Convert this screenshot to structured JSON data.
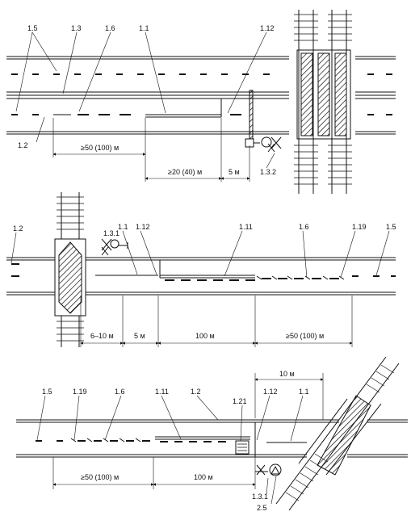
{
  "diagram": {
    "top": {
      "labels": {
        "l15": "1.5",
        "l13": "1.3",
        "l16": "1.6",
        "l11": "1.1",
        "l112": "1.12",
        "l12": "1.2",
        "l132": "1.3.2"
      },
      "dims": {
        "d1": "≥50 (100) м",
        "d2": "≥20 (40) м",
        "d3": "5 м"
      }
    },
    "middle": {
      "labels": {
        "l131": "1.3.1",
        "l11": "1.1",
        "l112": "1.12",
        "l12": "1.2",
        "l111": "1.11",
        "l16": "1.6",
        "l119": "1.19",
        "l15": "1.5"
      },
      "dims": {
        "d1": "6–10 м",
        "d2": "5 м",
        "d3": "100 м",
        "d4": "≥50 (100) м"
      }
    },
    "bottom": {
      "labels": {
        "l15": "1.5",
        "l119": "1.19",
        "l16": "1.6",
        "l111": "1.11",
        "l12": "1.2",
        "l121": "1.21",
        "l112": "1.12",
        "l11": "1.1",
        "l131": "1.3.1",
        "l25": "2.5"
      },
      "dims": {
        "d0": "10 м",
        "d1": "≥50 (100) м",
        "d2": "100 м"
      }
    }
  }
}
